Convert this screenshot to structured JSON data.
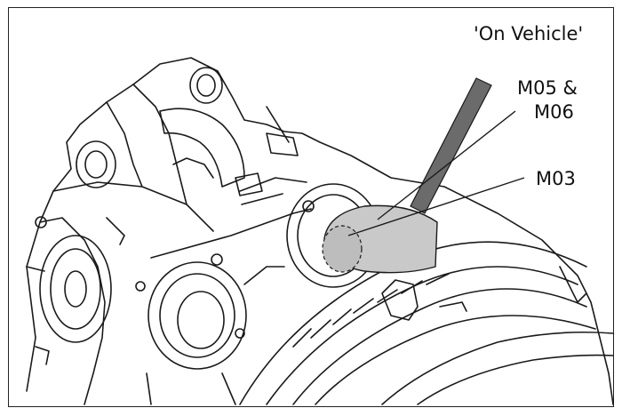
{
  "labels": {
    "view": "'On Vehicle'",
    "callout_a_line1": "M05 &",
    "callout_a_line2": "M06",
    "callout_b": "M03"
  },
  "colors": {
    "outline": "#1a1a1a",
    "tool_fill": "#6b6b6b",
    "component_fill": "#c9c9c9",
    "background": "#ffffff"
  }
}
